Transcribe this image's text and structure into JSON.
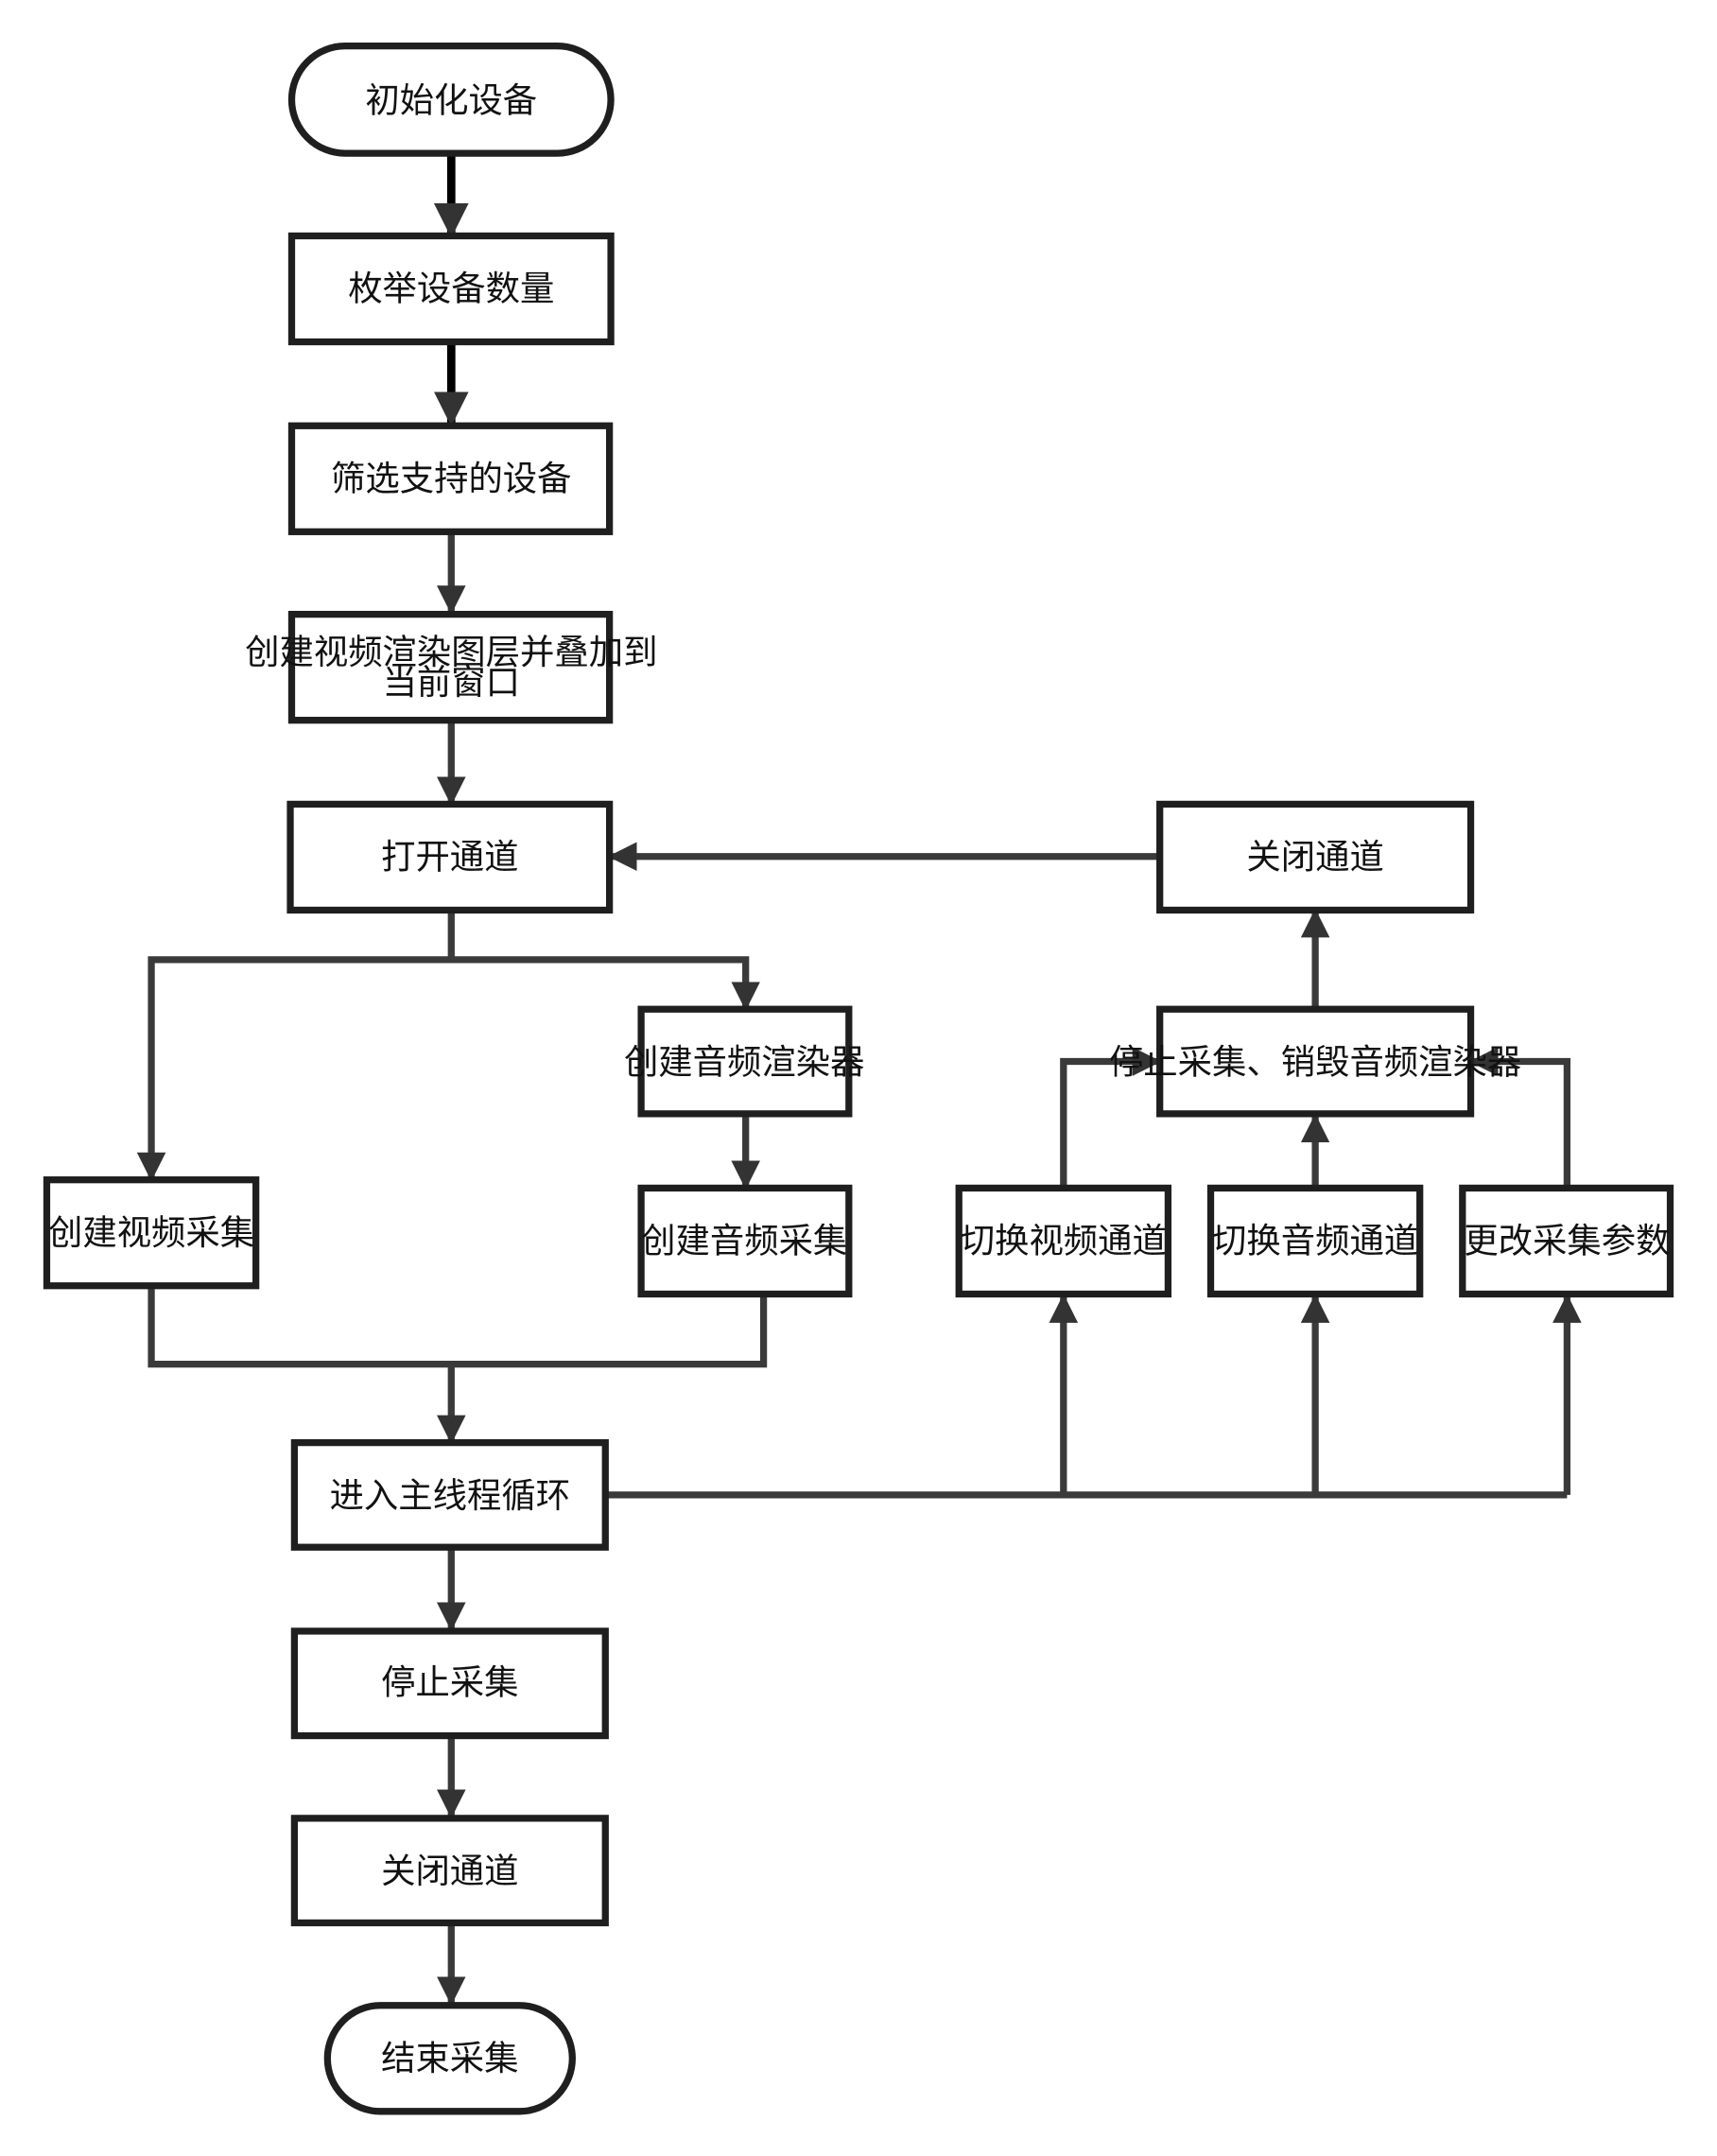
{
  "nodes": {
    "init_device": "初始化设备",
    "enumerate_devices": "枚举设备数量",
    "filter_devices": "筛选支持的设备",
    "create_video_layer_line1": "创建视频渲染图层并叠加到",
    "create_video_layer_line2": "当前窗口",
    "open_channel": "打开通道",
    "close_channel_right": "关闭通道",
    "create_audio_renderer": "创建音频渲染器",
    "stop_capture_destroy_renderer": "停止采集、销毁音频渲染器",
    "create_video_capture": "创建视频采集",
    "create_audio_capture": "创建音频采集",
    "switch_video_channel": "切换视频通道",
    "switch_audio_channel": "切换音频通道",
    "change_capture_params": "更改采集参数",
    "enter_main_loop": "进入主线程循环",
    "stop_capture": "停止采集",
    "close_channel_bottom": "关闭通道",
    "end_capture": "结束采集"
  },
  "colors": {
    "background": "#ffffff",
    "node_border": "#1f1f1f",
    "edge": "#3a3a3a",
    "text": "#111111"
  }
}
